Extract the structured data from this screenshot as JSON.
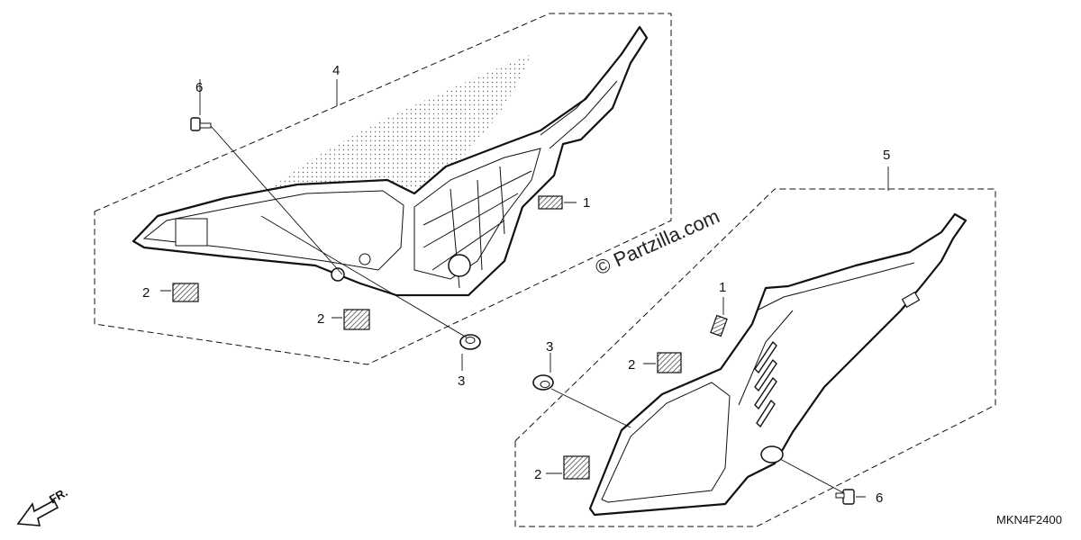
{
  "diagram": {
    "watermark": "© Partzilla.com",
    "diagram_code": "MKN4F2400",
    "direction_label": "FR.",
    "callouts": {
      "left_assembly": "4",
      "right_assembly": "5",
      "left_clip": "1",
      "right_clip": "1",
      "left_pad_a": "2",
      "left_pad_b": "2",
      "right_pad_a": "2",
      "right_pad_b": "2",
      "left_grommet": "3",
      "right_grommet": "3",
      "left_screw": "6",
      "right_screw": "6"
    }
  }
}
